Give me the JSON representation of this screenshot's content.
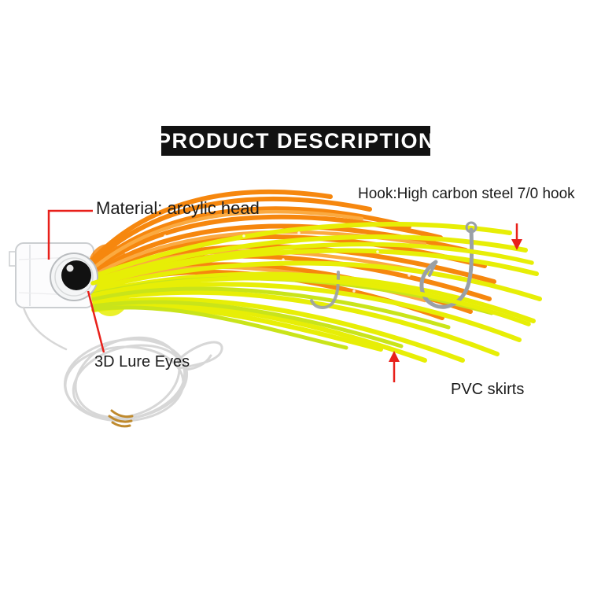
{
  "banner": {
    "title": "PRODUCT DESCRIPTION"
  },
  "annotations": {
    "material": "Material: arcylic head",
    "hook": "Hook:High carbon steel 7/0 hook",
    "eyes": "3D Lure Eyes",
    "skirts": "PVC skirts"
  },
  "colors": {
    "banner_bg": "#121212",
    "banner_text": "#ffffff",
    "annotation_line": "#e8201a",
    "skirt_orange": "#f6870e",
    "skirt_orange_light": "#fbaa40",
    "skirt_yellow": "#e7ee06",
    "skirt_yellow_green": "#c9e41a",
    "hook_metal": "#9aa0a6",
    "head_outline": "#cbced1",
    "eye_black": "#111111",
    "leader_line": "#d7d7d7",
    "thread_gold": "#bf8a2e",
    "sparkle": "#ffffff"
  }
}
